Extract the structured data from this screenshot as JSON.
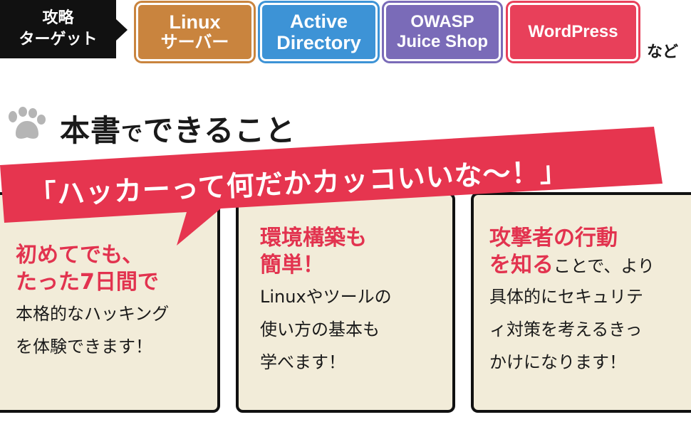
{
  "targets": {
    "label_line1": "攻略",
    "label_line2": "ターゲット",
    "tags": [
      {
        "line1": "Linux",
        "line2": "サーバー"
      },
      {
        "line1": "Active",
        "line2": "Directory"
      },
      {
        "line1": "OWASP",
        "line2": "Juice Shop"
      },
      {
        "line1": "WordPress"
      }
    ],
    "etc": "など"
  },
  "heading": {
    "part1": "本書",
    "part2": "で",
    "part3": "できること"
  },
  "banner": {
    "text": "「ハッカーって何だかカッコいいな〜！」"
  },
  "cards": [
    {
      "red_lines": [
        "初めてでも、",
        "たった7日間で"
      ],
      "lines": [
        "本格的なハッキング",
        "を体験できます！"
      ]
    },
    {
      "red_lines": [
        "環境構築も",
        "簡単！"
      ],
      "lines": [
        "Linuxやツールの",
        "使い方の基本も",
        "学べます！"
      ]
    },
    {
      "red_lines": [
        "攻撃者の行動"
      ],
      "mixed": {
        "red": "を知る",
        "black": "ことで、より"
      },
      "lines": [
        "具体的にセキュリテ",
        "ィ対策を考えるきっ",
        "かけになります！"
      ]
    }
  ],
  "colors": {
    "linux": "#c9843e",
    "active_directory": "#3d93d6",
    "owasp": "#7a6bb8",
    "wordpress": "#e8405a",
    "banner": "#e6354f",
    "card_bg": "#f2ecd9",
    "accent_red": "#e2334f"
  }
}
